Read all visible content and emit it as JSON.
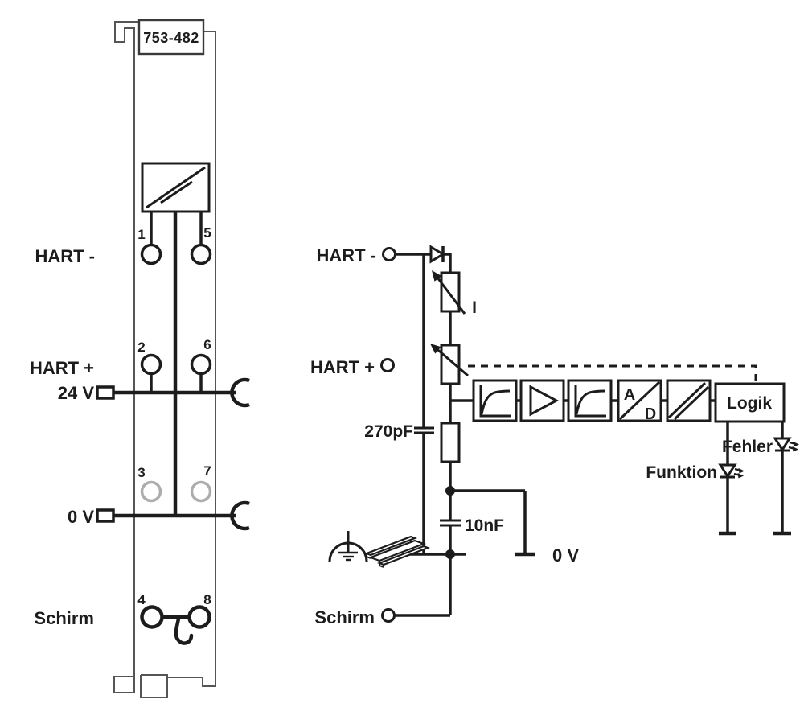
{
  "module": {
    "part_number": "753-482",
    "labels": {
      "hart_minus": "HART -",
      "hart_plus": "HART +",
      "v24": "24 V",
      "v0": "0 V",
      "schirm": "Schirm"
    },
    "terminals": {
      "t1": "1",
      "t2": "2",
      "t3": "3",
      "t4": "4",
      "t5": "5",
      "t6": "6",
      "t7": "7",
      "t8": "8"
    }
  },
  "schematic": {
    "labels": {
      "hart_minus": "HART -",
      "hart_plus": "HART +",
      "v0": "0 V",
      "schirm": "Schirm"
    },
    "components": {
      "cap1": "270pF",
      "cap2": "10nF",
      "current_source": "I",
      "adc_a": "A",
      "adc_d": "D",
      "logic": "Logik"
    },
    "leds": {
      "error": "Fehler",
      "function": "Funktion"
    }
  },
  "colors": {
    "wire": "#1c1c1c",
    "outline": "#555555",
    "inactive_terminal": "#adadad",
    "background": "#ffffff"
  }
}
